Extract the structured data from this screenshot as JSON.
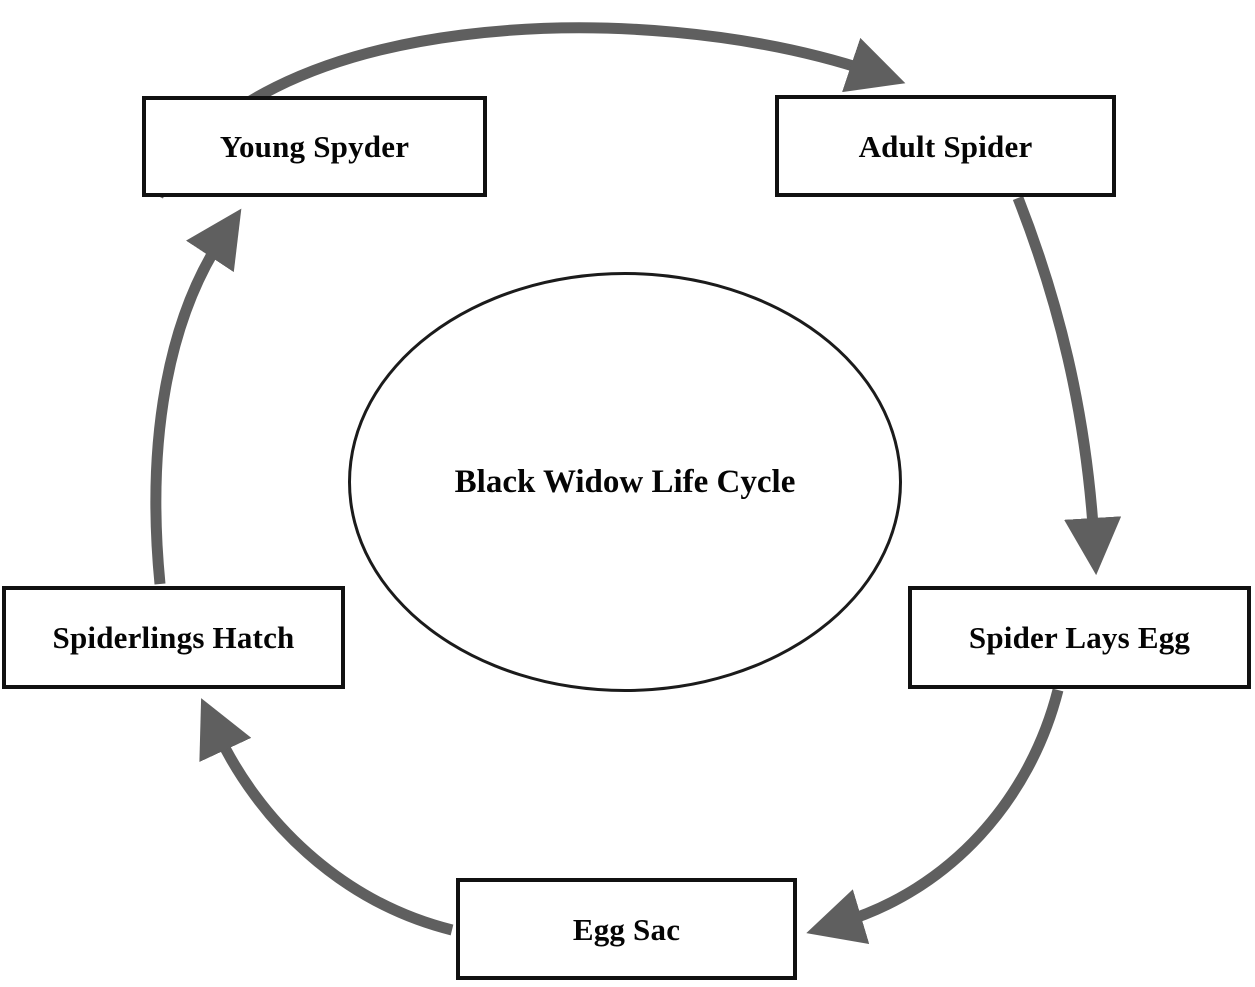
{
  "diagram": {
    "title": "Black Widow Life Cycle",
    "type": "cycle-diagram",
    "center": {
      "label": "Black Widow Life Cycle",
      "shape": "ellipse"
    },
    "colors": {
      "background": "#ffffff",
      "node_border": "#111111",
      "node_fill": "#ffffff",
      "text": "#050505",
      "arrow": "#5f5f5f",
      "ellipse_border": "#1b1b1b"
    },
    "nodes": [
      {
        "id": "young",
        "label": "Young Spyder",
        "position": "top-left"
      },
      {
        "id": "adult",
        "label": "Adult Spider",
        "position": "top-right"
      },
      {
        "id": "lays",
        "label": "Spider Lays Egg",
        "position": "right"
      },
      {
        "id": "eggsac",
        "label": "Egg Sac",
        "position": "bottom"
      },
      {
        "id": "hatch",
        "label": "Spiderlings Hatch",
        "position": "left"
      }
    ],
    "edges": [
      {
        "id": "edge-young-adult",
        "from": "Young Spyder",
        "to": "Adult Spider",
        "style": "curved-arrow",
        "direction": "clockwise"
      },
      {
        "id": "edge-adult-lays",
        "from": "Adult Spider",
        "to": "Spider Lays Egg",
        "style": "curved-arrow",
        "direction": "clockwise"
      },
      {
        "id": "edge-lays-eggsac",
        "from": "Spider Lays Egg",
        "to": "Egg Sac",
        "style": "curved-arrow",
        "direction": "clockwise"
      },
      {
        "id": "edge-eggsac-hatch",
        "from": "Egg Sac",
        "to": "Spiderlings Hatch",
        "style": "curved-arrow",
        "direction": "clockwise"
      },
      {
        "id": "edge-hatch-young",
        "from": "Spiderlings Hatch",
        "to": "Young Spyder",
        "style": "curved-arrow",
        "direction": "clockwise"
      }
    ]
  }
}
